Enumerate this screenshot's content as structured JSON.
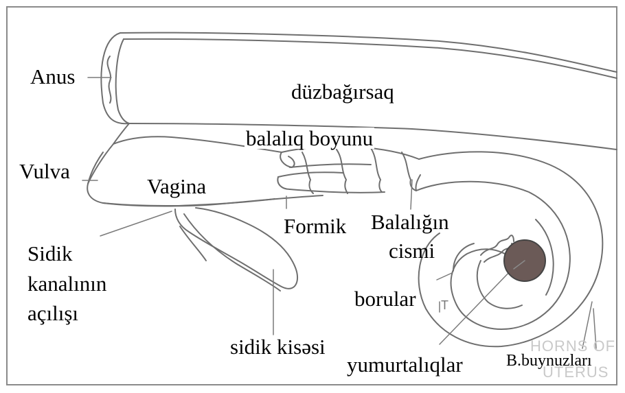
{
  "diagram": {
    "labels": {
      "anus": "Anus",
      "rectum": "düzbağırsaq",
      "cervix": "balalıq boyunu",
      "vulva": "Vulva",
      "vagina": "Vagina",
      "fornix": "Formik",
      "uterus_body_line1": "Balalığın",
      "uterus_body_line2": "cismi",
      "urethra_line1": "Sidik",
      "urethra_line2": "kanalının",
      "urethra_line3": "açılışı",
      "tubes": "borular",
      "bladder": "sidik kisəsi",
      "ovaries": "yumurtalıqlar",
      "horns": "B.buynuzları"
    },
    "background_text": {
      "horns_en_line1": "HORNS OF",
      "horns_en_line2": "UTERUS",
      "fragment": "T"
    },
    "colors": {
      "outline": "#6e6e6e",
      "ovary_fill": "#6b5a57",
      "frame": "#8a8a8a"
    }
  }
}
